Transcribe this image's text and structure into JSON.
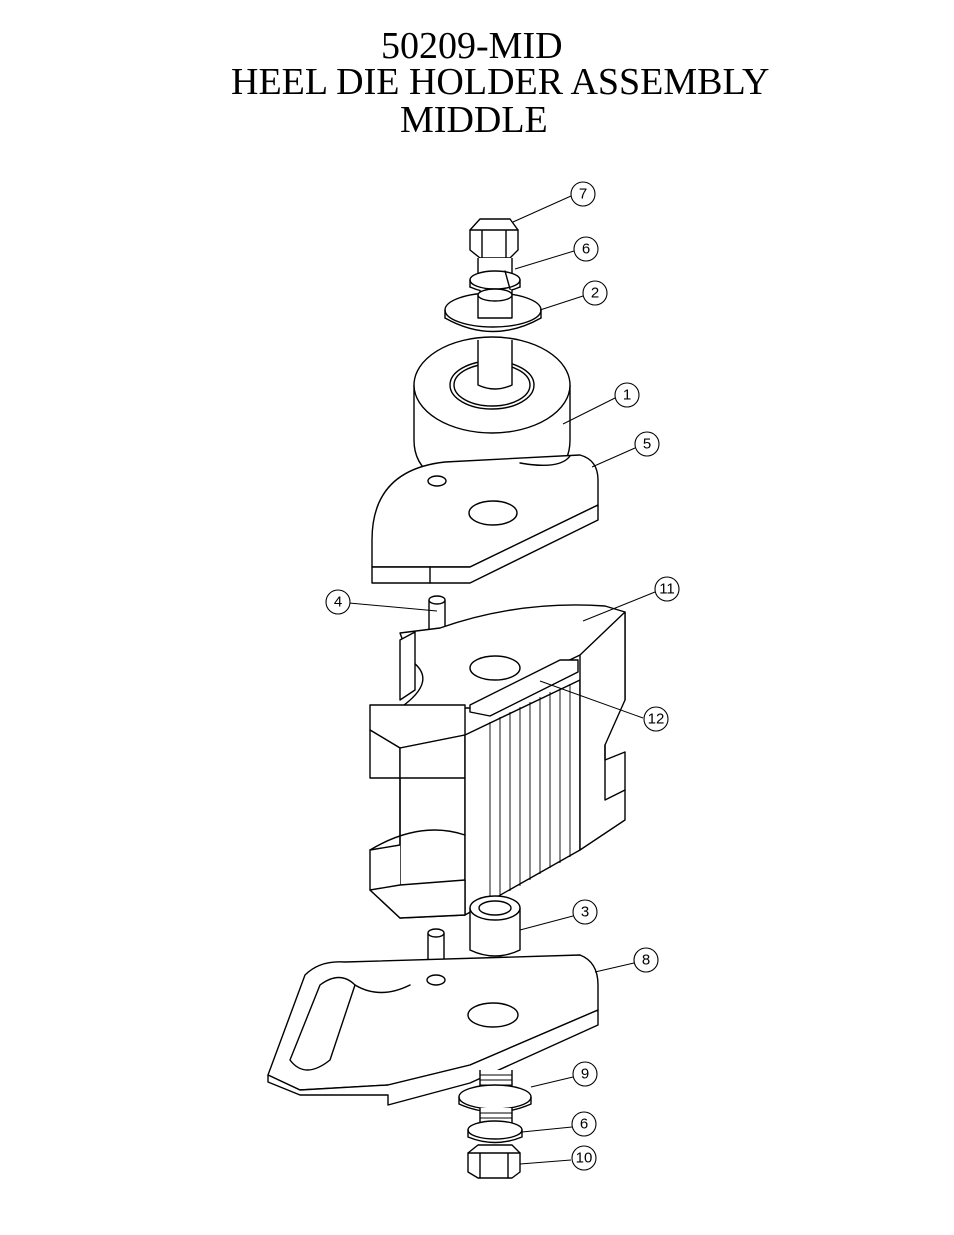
{
  "title": {
    "line1": "50209-MID",
    "line2": "HEEL DIE HOLDER ASSEMBLY",
    "line3": "MIDDLE"
  },
  "balloons": [
    "7",
    "6",
    "2",
    "1",
    "5",
    "4",
    "11",
    "12",
    "3",
    "8",
    "9",
    "6",
    "10"
  ]
}
